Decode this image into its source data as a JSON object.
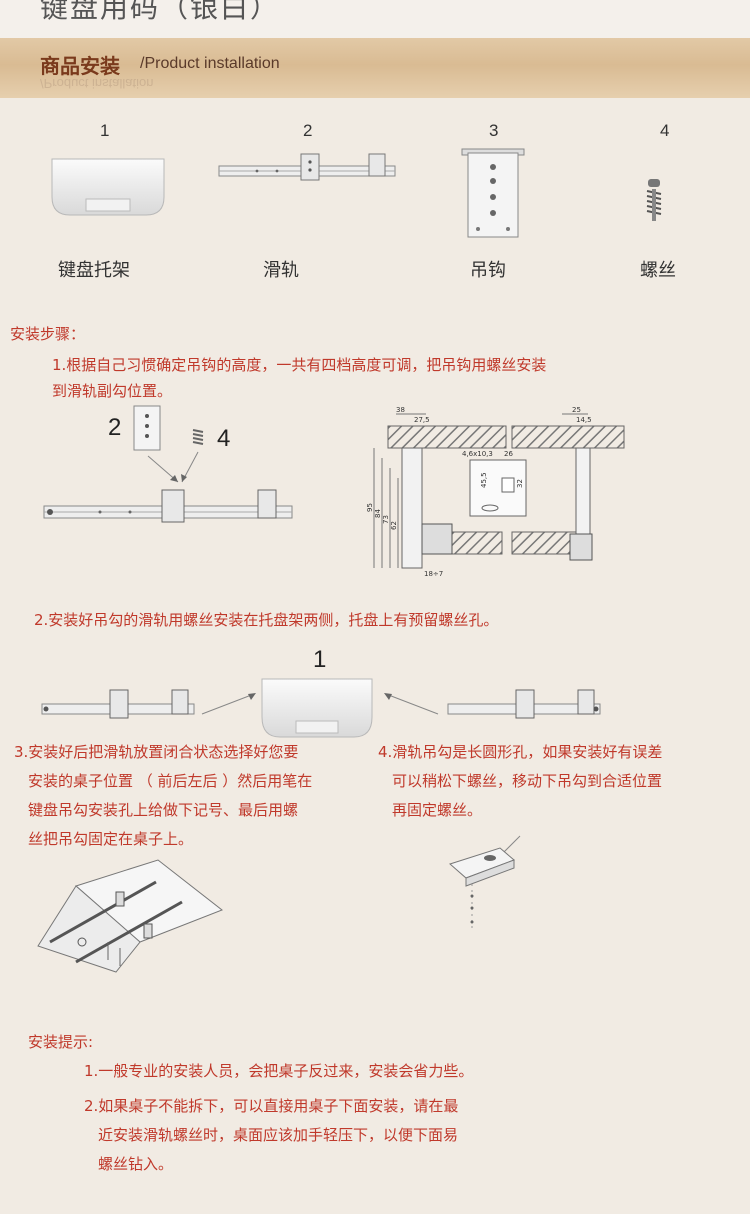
{
  "header": {
    "title": "键盘用码（银白）"
  },
  "section": {
    "title_cn": "商品安装",
    "title_en": "/Product installation"
  },
  "parts": [
    {
      "number": "1",
      "label": "键盘托架"
    },
    {
      "number": "2",
      "label": "滑轨"
    },
    {
      "number": "3",
      "label": "吊钩"
    },
    {
      "number": "4",
      "label": "螺丝"
    }
  ],
  "steps": {
    "heading": "安装步骤：",
    "step1_line1": "1.根据自己习惯确定吊钩的高度，一共有四档高度可调，把吊钩用螺丝安装",
    "step1_line2": "到滑轨副勾位置。",
    "step1_labels": {
      "hook": "2",
      "screw": "4"
    },
    "step2": "2.安装好吊勾的滑轨用螺丝安装在托盘架两侧，托盘上有预留螺丝孔。",
    "step2_label": "1",
    "step3_lines": [
      "3.安装好后把滑轨放置闭合状态选择好您要",
      "安装的桌子位置 （ 前后左后 ）然后用笔在",
      "键盘吊勾安装孔上给做下记号、最后用螺",
      "丝把吊勾固定在桌子上。"
    ],
    "step4_lines": [
      "4.滑轨吊勾是长圆形孔，如果安装好有误差",
      "可以稍松下螺丝，移动下吊勾到合适位置",
      "再固定螺丝。"
    ]
  },
  "diagram": {
    "dims": [
      "38",
      "27,5",
      "25",
      "14,5",
      "4,6x10,3",
      "26",
      "45,5",
      "32",
      "95",
      "84",
      "73",
      "62",
      "18÷7"
    ]
  },
  "tips": {
    "heading": "安装提示:",
    "tip1": "1.一般专业的安装人员，会把桌子反过来，安装会省力些。",
    "tip2_lines": [
      "2.如果桌子不能拆下，可以直接用桌子下面安装，请在最",
      "近安装滑轨螺丝时，桌面应该加手轻压下，以便下面易",
      "螺丝钻入。"
    ]
  },
  "colors": {
    "accent_red": "#c1392b",
    "heading_brown": "#7a3a1c"
  }
}
